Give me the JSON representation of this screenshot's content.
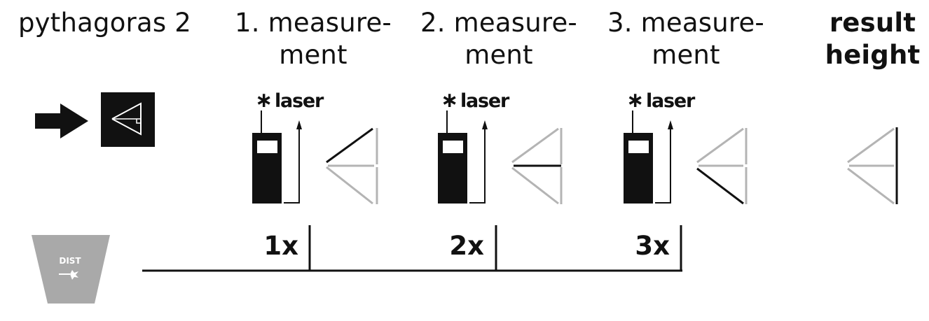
{
  "header": {
    "title": "pythagoras 2",
    "steps": [
      {
        "line1": "1. measure-",
        "line2": "ment"
      },
      {
        "line1": "2. measure-",
        "line2": "ment"
      },
      {
        "line1": "3. measure-",
        "line2": "ment"
      }
    ],
    "result": {
      "line1": "result",
      "line2": "height"
    }
  },
  "laser_label": "laser",
  "laser_star": "∗",
  "counts": [
    "1x",
    "2x",
    "3x"
  ],
  "dist_button_label": "DIST",
  "icons": {
    "mode": "pythagoras-triangle-icon",
    "arrow": "arrow-right-icon",
    "device": "laser-device-icon",
    "button": "dist-button-icon"
  },
  "colors": {
    "active_line": "#111111",
    "inactive_line": "#b4b4b4",
    "button_fill": "#a9a9a9"
  }
}
